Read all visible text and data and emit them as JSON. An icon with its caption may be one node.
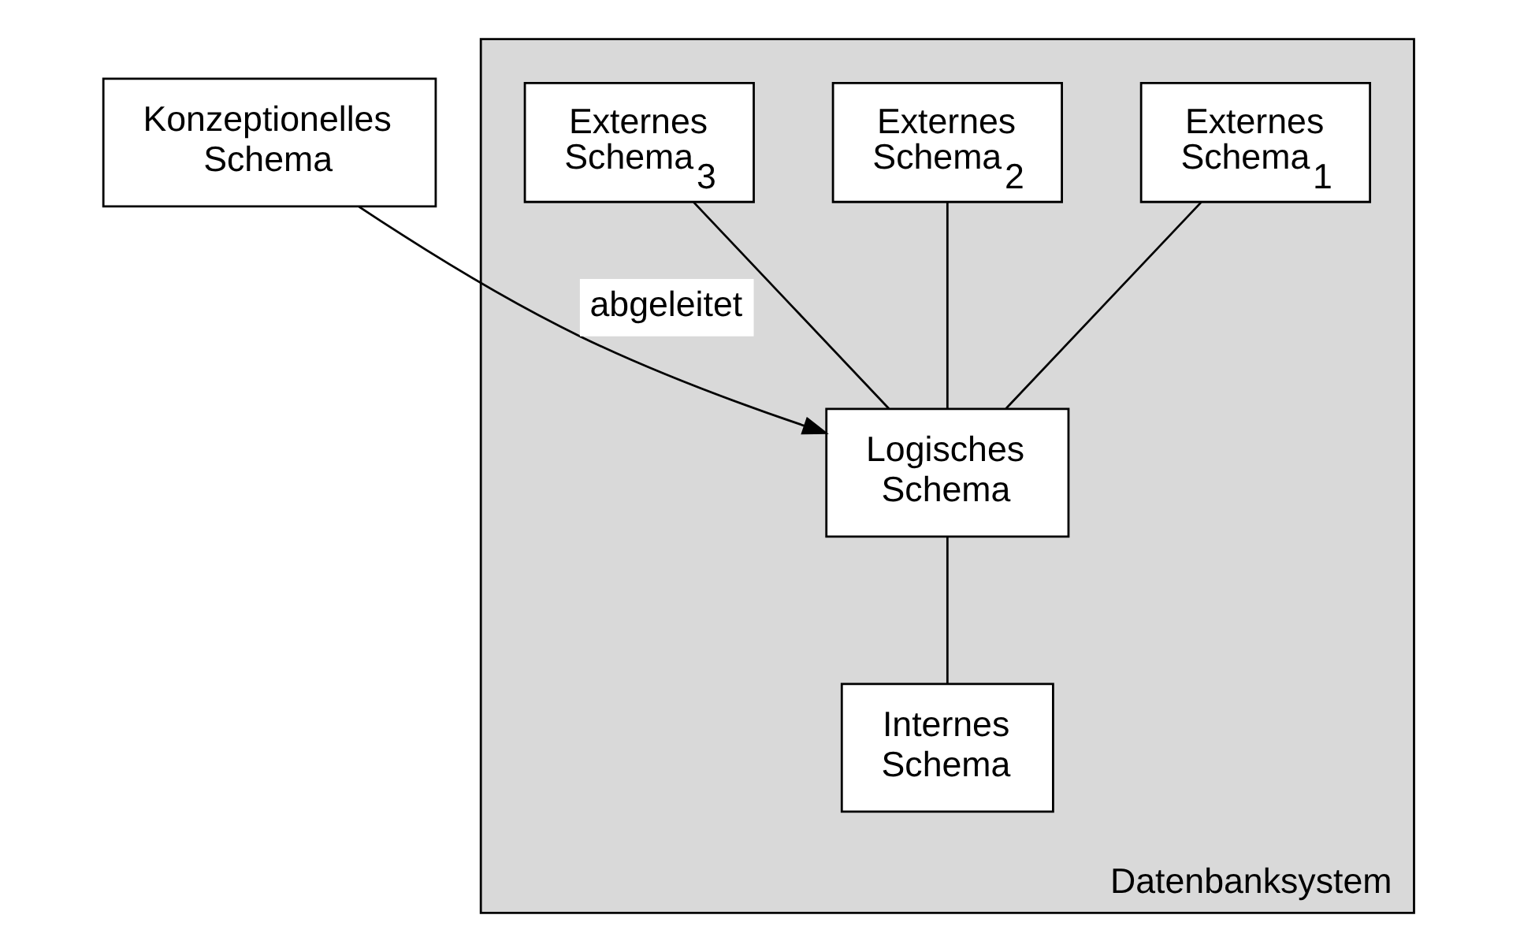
{
  "diagram": {
    "nodes": [
      {
        "text": [
          "Datenbanksystem"
        ]
      },
      {
        "text": [
          "Externes Schema$_{1}$"
        ],
        "in": 0
      },
      {
        "text": [
          "Externes Schema$_{2}$"
        ],
        "in": 0
      },
      {
        "text": [
          "Externes Schema$_{3}$"
        ],
        "in": 0
      },
      {
        "text": [
          "Logisches Schema"
        ],
        "in": 0
      },
      {
        "text": [
          "Internes Schema"
        ],
        "in": 0
      },
      {
        "text": [
          "Konzeptionelles Schema"
        ]
      }
    ],
    "edges": [
      {
        "from": 1,
        "to": 4,
        "arrow": "none"
      },
      {
        "from": 2,
        "to": 4,
        "arrow": "none"
      },
      {
        "from": 3,
        "to": 4,
        "arrow": "none"
      },
      {
        "from": 4,
        "to": 5,
        "arrow": "none"
      },
      {
        "from": 6,
        "to": 4,
        "arrow": "to",
        "label": "abgeleitet"
      }
    ]
  }
}
